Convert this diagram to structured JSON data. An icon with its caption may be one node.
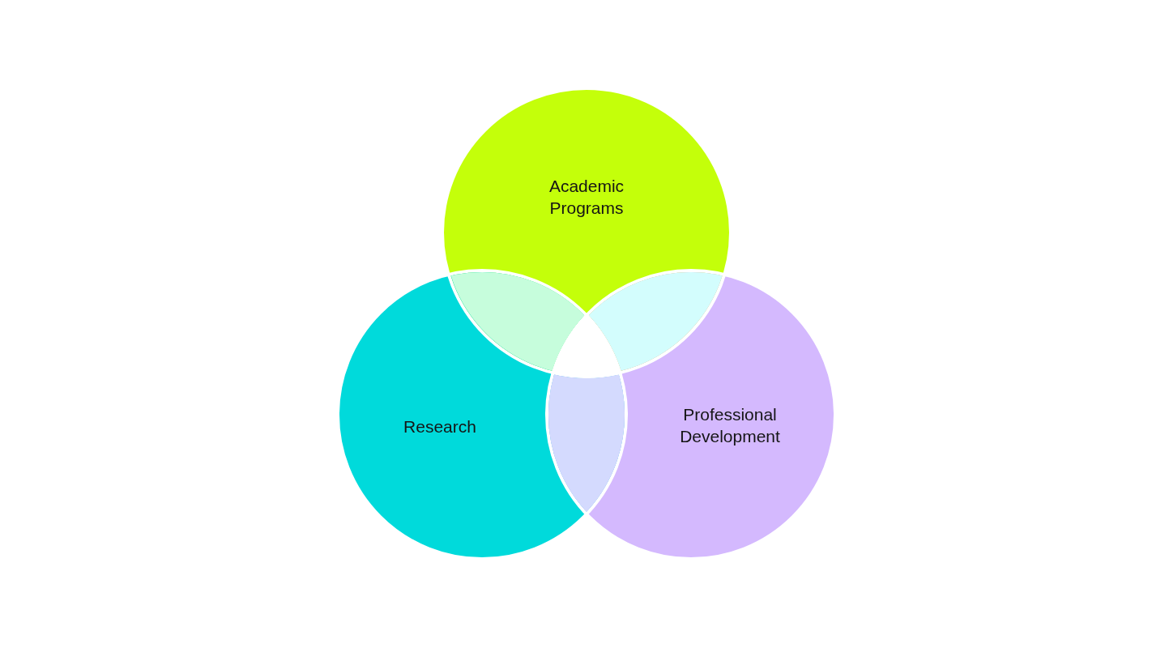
{
  "diagram": {
    "nodes": [
      {
        "text": [
          "Academic Programs"
        ]
      },
      {
        "text": [
          "Research"
        ]
      },
      {
        "text": [
          "Professional Development"
        ]
      },
      {
        "text": [],
        "shape": "lens"
      },
      {
        "text": [],
        "shape": "lens"
      },
      {
        "text": [],
        "shape": "lens"
      }
    ]
  }
}
